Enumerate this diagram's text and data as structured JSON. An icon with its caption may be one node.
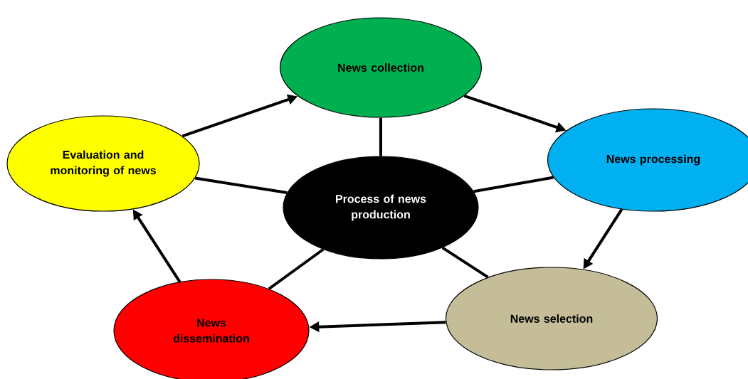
{
  "diagram": {
    "nodes": [
      {
        "text": [
          "Process of news production"
        ]
      },
      {
        "text": [
          "News collection"
        ]
      },
      {
        "text": [
          "News processing"
        ]
      },
      {
        "text": [
          "News selection"
        ]
      },
      {
        "text": [
          "News dissemination"
        ]
      },
      {
        "text": [
          "Evaluation and monitoring of news"
        ]
      }
    ],
    "edges": [
      {
        "from": 1,
        "to": 2,
        "arrow": "to"
      },
      {
        "from": 2,
        "to": 3,
        "arrow": "to"
      },
      {
        "from": 3,
        "to": 4,
        "arrow": "to"
      },
      {
        "from": 4,
        "to": 5,
        "arrow": "to"
      },
      {
        "from": 5,
        "to": 1,
        "arrow": "to"
      },
      {
        "from": 0,
        "to": 1,
        "arrow": "none"
      },
      {
        "from": 0,
        "to": 2,
        "arrow": "none"
      },
      {
        "from": 0,
        "to": 3,
        "arrow": "none"
      },
      {
        "from": 0,
        "to": 4,
        "arrow": "none"
      },
      {
        "from": 0,
        "to": 5,
        "arrow": "none"
      }
    ]
  }
}
